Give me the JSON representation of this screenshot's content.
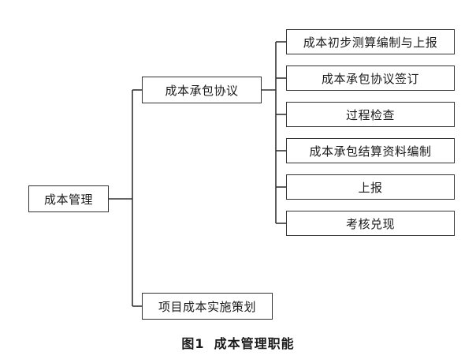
{
  "root": {
    "label": "成本管理"
  },
  "level1": [
    {
      "label": "成本承包协议"
    },
    {
      "label": "项目成本实施策划"
    }
  ],
  "level2": [
    {
      "label": "成本初步测算编制与上报"
    },
    {
      "label": "成本承包协议签订"
    },
    {
      "label": "过程检查"
    },
    {
      "label": "成本承包结算资料编制"
    },
    {
      "label": "上报"
    },
    {
      "label": "考核兑现"
    }
  ],
  "caption": {
    "figure": "图1",
    "title": "成本管理职能"
  }
}
